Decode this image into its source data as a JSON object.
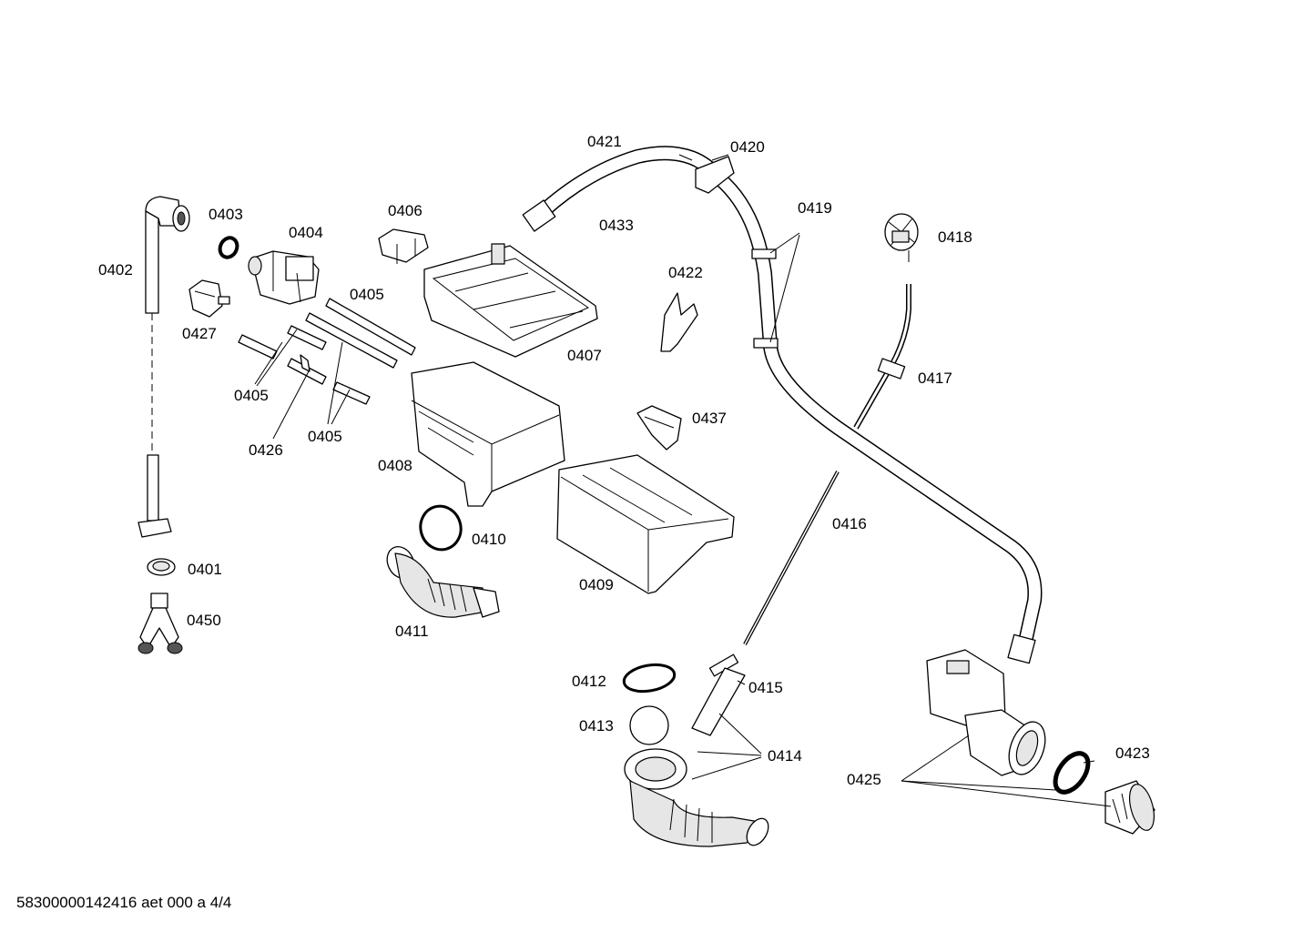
{
  "labels": {
    "p0401": "0401",
    "p0402": "0402",
    "p0403": "0403",
    "p0404": "0404",
    "p0405a": "0405",
    "p0405b": "0405",
    "p0405c": "0405",
    "p0406": "0406",
    "p0407": "0407",
    "p0408": "0408",
    "p0409": "0409",
    "p0410": "0410",
    "p0411": "0411",
    "p0412": "0412",
    "p0413": "0413",
    "p0414": "0414",
    "p0415": "0415",
    "p0416": "0416",
    "p0417": "0417",
    "p0418": "0418",
    "p0419": "0419",
    "p0420": "0420",
    "p0421": "0421",
    "p0422": "0422",
    "p0423": "0423",
    "p0425": "0425",
    "p0426": "0426",
    "p0427": "0427",
    "p0433": "0433",
    "p0437": "0437",
    "p0450": "0450"
  },
  "footer": "58300000142416 aet 000 a 4/4"
}
